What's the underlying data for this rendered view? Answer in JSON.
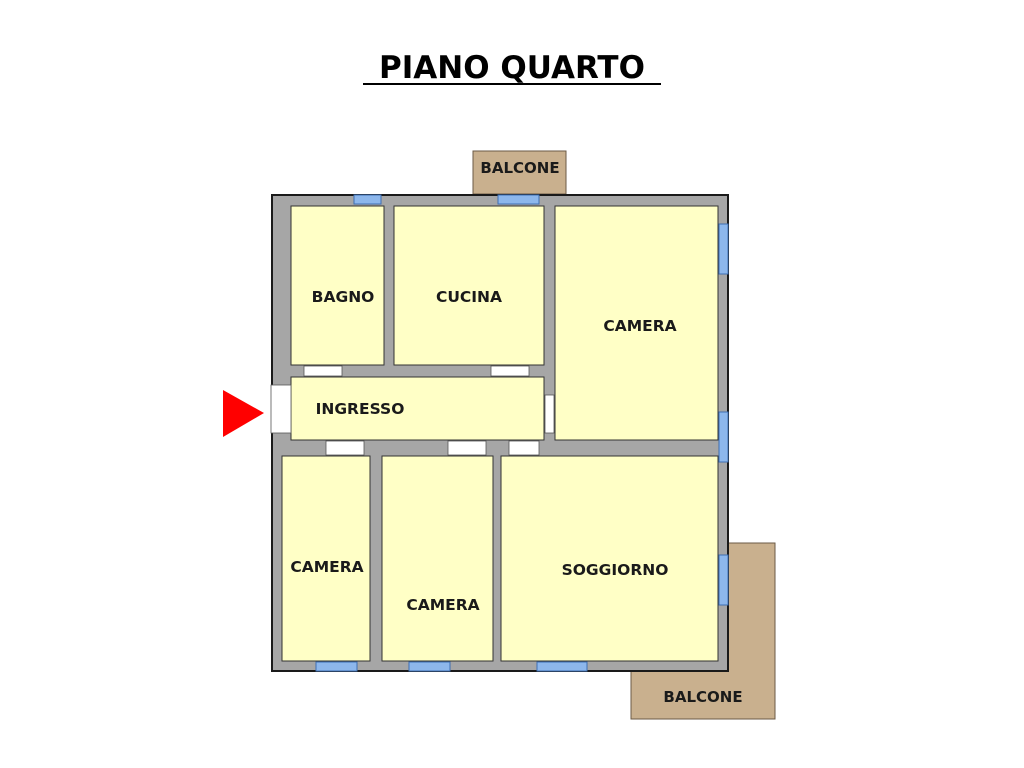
{
  "title": "PIANO QUARTO",
  "colors": {
    "wall": "#a6a6a6",
    "outline": "#1a1a1a",
    "room": "#ffffc6",
    "balcony": "#c9b08e",
    "window": "#8db7ec",
    "arrow": "#ff0000"
  },
  "rooms": {
    "bagno": "BAGNO",
    "cucina": "CUCINA",
    "camera_ne": "CAMERA",
    "ingresso": "INGRESSO",
    "camera_sw": "CAMERA",
    "camera_s": "CAMERA",
    "soggiorno": "SOGGIORNO"
  },
  "balconies": {
    "north": "BALCONE",
    "southeast": "BALCONE"
  },
  "entrance": {
    "icon": "entrance-arrow-icon"
  }
}
